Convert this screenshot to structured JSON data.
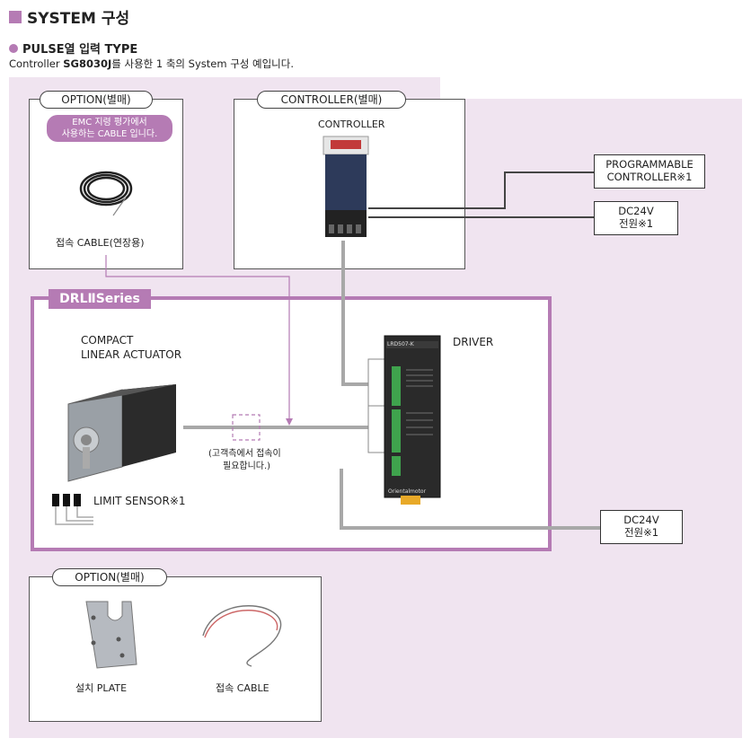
{
  "header": {
    "title": "SYSTEM 구성",
    "subtitle": "PULSE열 입력 TYPE",
    "desc_pre": "Controller ",
    "desc_bold": "SG8030J",
    "desc_post": "를 사용한 1 축의 System 구성 예입니다."
  },
  "option_top": {
    "tag": "OPTION(별매)",
    "note_line1": "EMC 지령 평가에서",
    "note_line2": "사용하는 CABLE 입니다.",
    "item_label": "접속 CABLE(연장용)"
  },
  "controller": {
    "tag": "CONTROLLER(별매)",
    "label": "CONTROLLER"
  },
  "programmable": {
    "line1": "PROGRAMMABLE",
    "line2": "CONTROLLER※1"
  },
  "dc24v_top": {
    "line1": "DC24V",
    "line2": "전원※1"
  },
  "dc24v_bottom": {
    "line1": "DC24V",
    "line2": "전원※1"
  },
  "drl": {
    "tag": "DRLⅡSeries",
    "actuator_line1": "COMPACT",
    "actuator_line2": "LINEAR ACTUATOR",
    "driver_label": "DRIVER",
    "customer_line1": "(고객측에서 접속이",
    "customer_line2": "필요합니다.)",
    "limit_sensor": "LIMIT SENSOR※1",
    "driver_model": "LRD507-K",
    "driver_brand": "Orientalmotor"
  },
  "option_bottom": {
    "tag": "OPTION(별매)",
    "plate_label": "설치 PLATE",
    "cable_label": "접속 CABLE"
  }
}
